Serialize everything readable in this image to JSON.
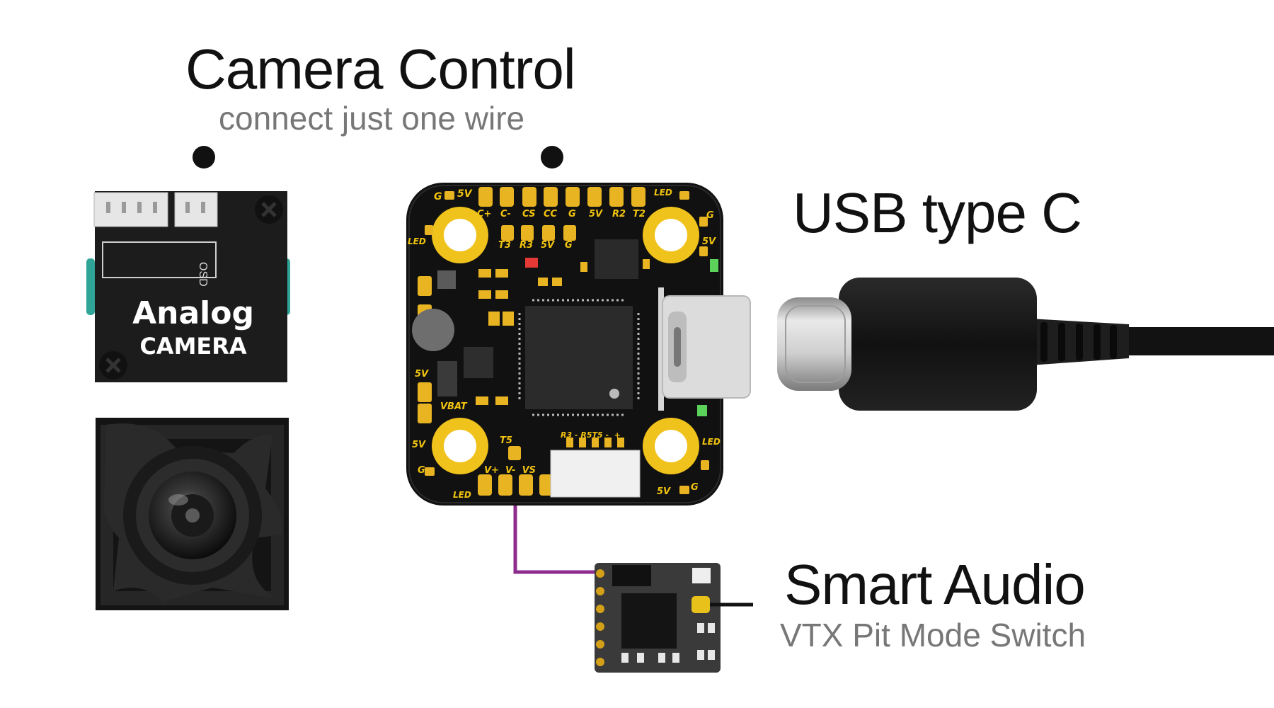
{
  "camera_control": {
    "title": "Camera Control",
    "subtitle": "connect just one wire"
  },
  "usb": {
    "title": "USB type C"
  },
  "smart_audio": {
    "title": "Smart Audio",
    "subtitle": "VTX Pit Mode Switch"
  },
  "analog_camera": {
    "osd_label": "OSD",
    "line1": "Analog",
    "line2": "CAMERA"
  },
  "flight_controller": {
    "pad_labels": {
      "top_row": [
        "C+",
        "C-",
        "CS",
        "CC",
        "G",
        "5V",
        "R2",
        "T2"
      ],
      "second_row": [
        "T3",
        "R3",
        "5V",
        "G"
      ],
      "corner_tl_a": "G",
      "corner_tl_b": "5V",
      "corner_tl_c": "LED",
      "corner_tr_a": "LED",
      "corner_tr_b": "G",
      "corner_tr_c": "5V",
      "left_5v": "5V",
      "vbat": "VBAT",
      "t5": "T5",
      "bottom_left_5v": "5V",
      "bottom_left_g": "G",
      "bottom_left_led": "LED",
      "bottom_pads": "V+  V-  VS",
      "connector_label": "R3 - R5T5 -  +",
      "bottom_right_led": "LED",
      "bottom_right_g": "G",
      "bottom_right_5v": "5V"
    }
  },
  "colors": {
    "pcb": "#111111",
    "pad_gold": "#e8b422",
    "wire_teal": "#2a9d8f",
    "wire_purple": "#8e2c8e",
    "cable_black": "#161616",
    "connector_silver": "#c9c9c9"
  }
}
